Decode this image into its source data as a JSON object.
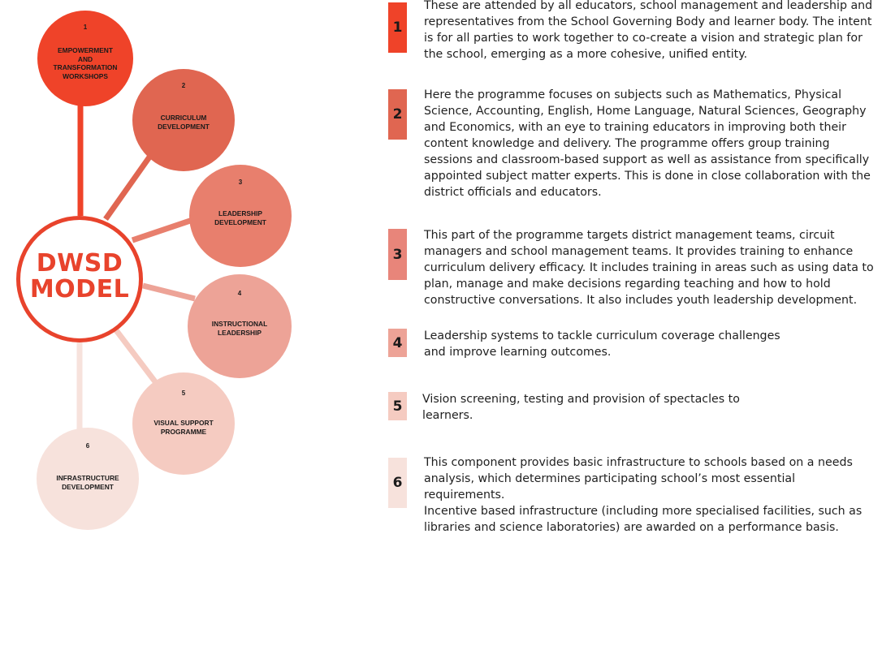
{
  "diagram": {
    "hub_title": "DWSD\nMODEL",
    "nodes": [
      {
        "number": "1",
        "label": "EMPOWERMENT\nAND\nTRANSFORMATION\nWORKSHOPS",
        "color": "#ef4329"
      },
      {
        "number": "2",
        "label": "CURRICULUM\nDEVELOPMENT",
        "color": "#e06651"
      },
      {
        "number": "3",
        "label": "LEADERSHIP\nDEVELOPMENT",
        "color": "#e87f6d"
      },
      {
        "number": "4",
        "label": "INSTRUCTIONAL\nLEADERSHIP",
        "color": "#eda397"
      },
      {
        "number": "5",
        "label": "VISUAL SUPPORT\nPROGRAMME",
        "color": "#f5cbc1"
      },
      {
        "number": "6",
        "label": "INFRASTRUCTURE\nDEVELOPMENT",
        "color": "#f7e2dc"
      }
    ]
  },
  "descriptions": [
    {
      "number": "1",
      "color": "#ef4329",
      "text": "These are attended by all educators, school management and leadership and\nrepresentatives from the School Governing Body and learner body. The intent\nis for all parties to work together to co-create a vision and strategic plan for\nthe school, emerging as a more cohesive, unified entity."
    },
    {
      "number": "2",
      "color": "#e06651",
      "text": "Here the programme focuses on subjects such as Mathematics, Physical\nScience, Accounting, English, Home Language, Natural Sciences, Geography\nand Economics, with an eye to training educators in improving both their\ncontent knowledge and delivery. The programme offers group training\nsessions and classroom-based support as well as assistance from specifically\nappointed subject matter experts. This is done in close collaboration with the\ndistrict officials and educators."
    },
    {
      "number": "3",
      "color": "#e8857a",
      "text": "This part of the programme targets district management teams, circuit\nmanagers and school management teams. It provides training to enhance\ncurriculum delivery efficacy. It includes training in areas such as using data to\nplan, manage and make decisions regarding teaching and how to hold\nconstructive conversations. It also includes youth leadership development."
    },
    {
      "number": "4",
      "color": "#eda397",
      "text": "Leadership systems to tackle curriculum coverage challenges\nand improve learning outcomes."
    },
    {
      "number": "5",
      "color": "#f5cbc1",
      "text": "Vision screening, testing and provision of spectacles to\nlearners."
    },
    {
      "number": "6",
      "color": "#f7e2dc",
      "text": "This component provides basic infrastructure to schools based on a needs\nanalysis, which determines participating school’s most essential requirements.\nIncentive based infrastructure (including more specialised facilities, such as\nlibraries and science laboratories) are awarded on a performance basis."
    }
  ]
}
